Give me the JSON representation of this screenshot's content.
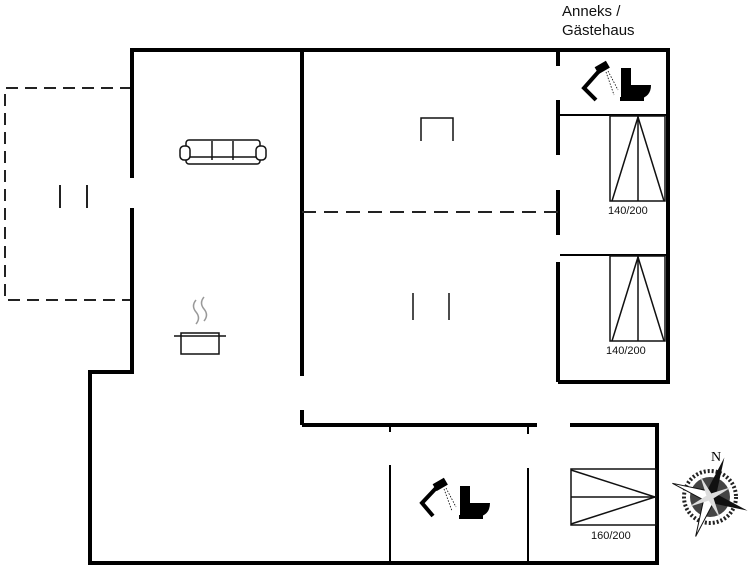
{
  "annex_label_line1": "Anneks /",
  "annex_label_line2": "Gästehaus",
  "beds": [
    {
      "size": "140/200"
    },
    {
      "size": "140/200"
    },
    {
      "size": "160/200"
    }
  ],
  "compass": {
    "north_label": "N"
  },
  "icons": [
    "sofa-icon",
    "kitchen-pot-icon",
    "shower-icon",
    "toilet-icon",
    "bed-icon",
    "compass-rose-icon",
    "table-icon"
  ]
}
